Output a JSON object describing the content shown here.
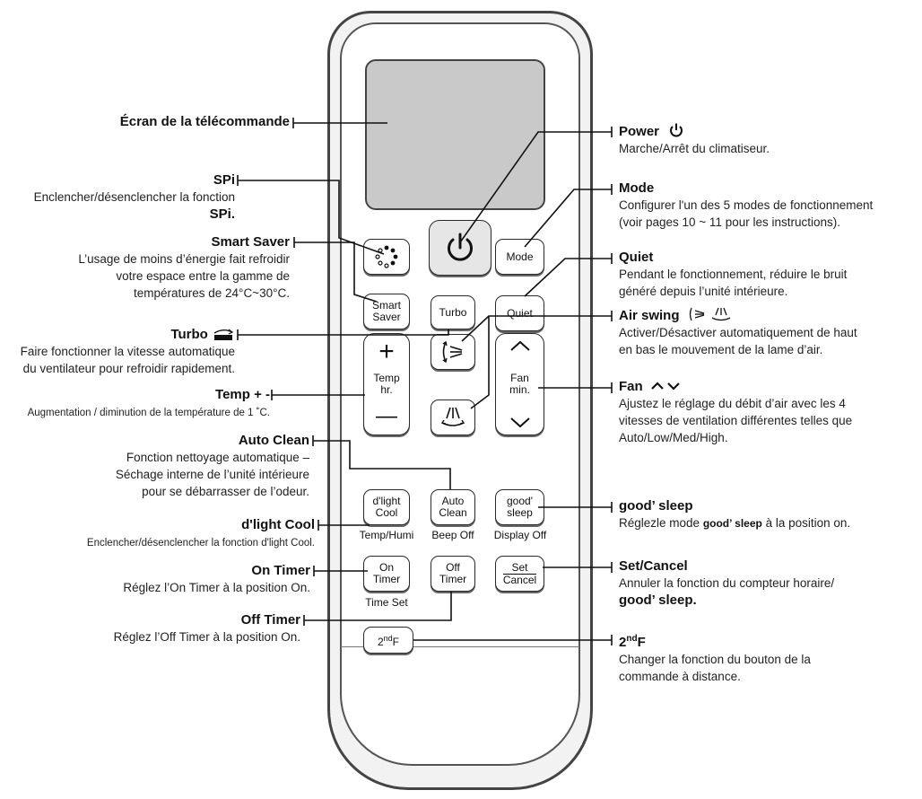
{
  "labels": {
    "screen": {
      "title": "Écran de la télécommande"
    },
    "spi": {
      "title": "SPi",
      "desc": "Enclencher/désenclencher la fonction",
      "desc2": "SPi."
    },
    "smart_saver": {
      "title": "Smart Saver",
      "desc": [
        "L’usage de moins d’énergie fait refroidir",
        "votre espace entre la gamme de",
        "températures de 24°C~30°C."
      ]
    },
    "turbo": {
      "title": "Turbo",
      "desc": [
        "Faire fonctionner la vitesse automatique",
        "du ventilateur pour refroidir rapidement."
      ]
    },
    "temp": {
      "title": "Temp + -",
      "desc": "Augmentation / diminution de la température de 1 ˚C."
    },
    "auto_clean": {
      "title": "Auto Clean",
      "desc": [
        "Fonction nettoyage automatique –",
        "Séchage interne de l’unité intérieure",
        "pour se débarrasser de l’odeur."
      ]
    },
    "dlight_cool": {
      "title": "d'light Cool",
      "desc": "Enclencher/désenclencher la fonction d'light Cool."
    },
    "on_timer": {
      "title": "On Timer",
      "desc": "Réglez l’On Timer à la position On."
    },
    "off_timer": {
      "title": "Off Timer",
      "desc": "Réglez l’Off Timer à la position On."
    },
    "power": {
      "title": "Power",
      "desc": "Marche/Arrêt du climatiseur."
    },
    "mode": {
      "title": "Mode",
      "desc": [
        "Configurer l'un des 5 modes de fonctionnement",
        "(voir pages 10 ~ 11 pour les instructions)."
      ]
    },
    "quiet": {
      "title": "Quiet",
      "desc": [
        "Pendant le fonctionnement, réduire le bruit",
        "généré depuis l’unité intérieure."
      ]
    },
    "air_swing": {
      "title": "Air swing",
      "desc": [
        "Activer/Désactiver automatiquement de haut",
        "en bas le mouvement de la lame d’air."
      ]
    },
    "fan": {
      "title": "Fan",
      "desc": [
        "Ajustez le réglage du débit d’air avec les 4",
        "vitesses de ventilation différentes telles que",
        "Auto/Low/Med/High."
      ]
    },
    "good_sleep": {
      "title": "good’ sleep",
      "desc_pre": "Réglezle mode ",
      "desc_mid": "good’ sleep",
      "desc_post": " à la position on."
    },
    "set_cancel": {
      "title": "Set/Cancel",
      "desc": "Annuler la fonction du compteur horaire/",
      "desc2": "good’ sleep."
    },
    "second_f": {
      "title": "2ndF",
      "desc": [
        "Changer la fonction du bouton de la",
        "commande à distance."
      ]
    }
  },
  "buttons": {
    "mode": "Mode",
    "smart": "Smart",
    "saver": "Saver",
    "turbo": "Turbo",
    "quiet": "Quiet",
    "temp_plus": "+",
    "temp_minus": "—",
    "temp_l1": "Temp",
    "temp_l2": "hr.",
    "fan_l1": "Fan",
    "fan_l2": "min.",
    "dlight_l1": "d'light",
    "dlight_l2": "Cool",
    "auto_l1": "Auto",
    "auto_l2": "Clean",
    "good_l1": "good'",
    "good_l2": "sleep",
    "on_l1": "On",
    "on_l2": "Timer",
    "off_l1": "Off",
    "off_l2": "Timer",
    "set_l1": "Set",
    "set_l2": "Cancel",
    "second_f": "2",
    "second_f_sup": "nd",
    "second_f_end": "F",
    "sub_temp_humi": "Temp/Humi",
    "sub_beep_off": "Beep Off",
    "sub_display_off": "Display Off",
    "sub_time_set": "Time Set"
  }
}
